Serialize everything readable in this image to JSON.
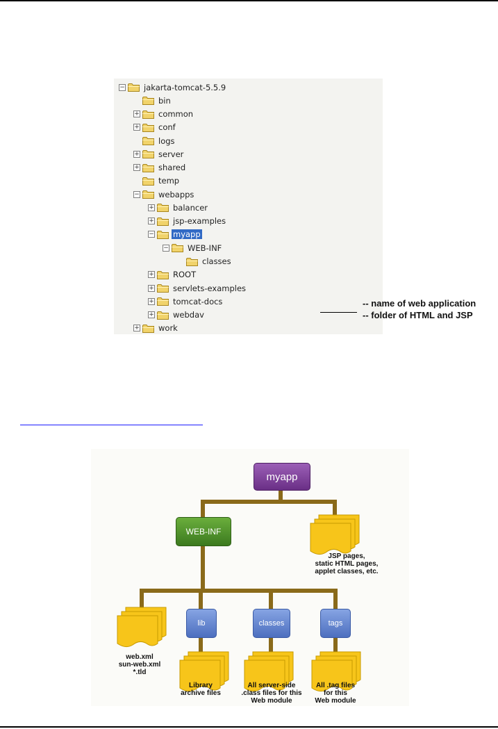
{
  "tree": {
    "items": [
      {
        "label": "jakarta-tomcat-5.5.9",
        "toggle": "−"
      },
      {
        "label": "bin",
        "toggle": ""
      },
      {
        "label": "common",
        "toggle": "+"
      },
      {
        "label": "conf",
        "toggle": "+"
      },
      {
        "label": "logs",
        "toggle": ""
      },
      {
        "label": "server",
        "toggle": "+"
      },
      {
        "label": "shared",
        "toggle": "+"
      },
      {
        "label": "temp",
        "toggle": ""
      },
      {
        "label": "webapps",
        "toggle": "−"
      },
      {
        "label": "balancer",
        "toggle": "+"
      },
      {
        "label": "jsp-examples",
        "toggle": "+"
      },
      {
        "label": "myapp",
        "toggle": "−"
      },
      {
        "label": "WEB-INF",
        "toggle": "−"
      },
      {
        "label": "classes",
        "toggle": ""
      },
      {
        "label": "ROOT",
        "toggle": "+"
      },
      {
        "label": "servlets-examples",
        "toggle": "+"
      },
      {
        "label": "tomcat-docs",
        "toggle": "+"
      },
      {
        "label": "webdav",
        "toggle": "+"
      },
      {
        "label": "work",
        "toggle": "+"
      }
    ],
    "callout_name": "-- name of web application",
    "callout_folder": "-- folder of HTML and JSP"
  },
  "diagram": {
    "root": "myapp",
    "webinf": "WEB-INF",
    "lib": "lib",
    "classes": "classes",
    "tags": "tags",
    "jsp_caption": [
      "JSP pages,",
      "static HTML pages,",
      "applet classes, etc."
    ],
    "webxml_caption": [
      "web.xml",
      "sun-web.xml",
      "*.tld"
    ],
    "lib_caption": [
      "Library",
      "archive files"
    ],
    "classes_caption": [
      "All server-side",
      ".class files for this",
      "Web module"
    ],
    "tags_caption": [
      "All .tag files",
      "for this",
      "Web module"
    ]
  },
  "colors": {
    "root_node": "#7b3f95",
    "webinf_node": "#4c8a2a",
    "blue_node": "#5b7fc9",
    "connector": "#8a6a1a",
    "file_fill": "#f7c51a",
    "selection": "#316ac5"
  }
}
